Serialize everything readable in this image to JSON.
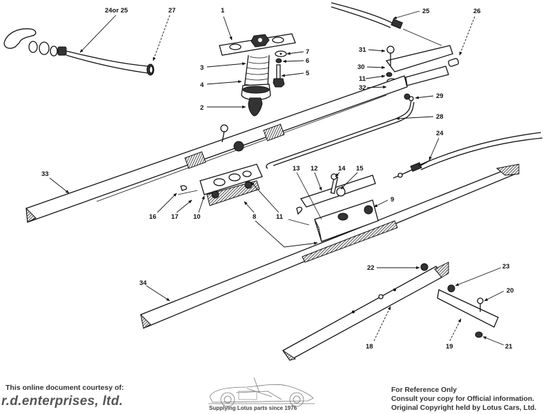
{
  "diagram": {
    "title": "Exploded parts diagram - front/rear bonnet hinge and release assembly",
    "callouts": {
      "c1": "1",
      "c2": "2",
      "c3": "3",
      "c4": "4",
      "c5": "5",
      "c6": "6",
      "c7": "7",
      "c8": "8",
      "c9": "9",
      "c10": "10",
      "c11a": "11",
      "c11b": "11",
      "c12": "12",
      "c13": "13",
      "c14": "14",
      "c15": "15",
      "c16": "16",
      "c17": "17",
      "c18": "18",
      "c19": "19",
      "c20": "20",
      "c21": "21",
      "c22": "22",
      "c23": "23",
      "c24": "24",
      "c24or25": "24or 25",
      "c25": "25",
      "c26": "26",
      "c27": "27",
      "c28": "28",
      "c29": "29",
      "c30": "30",
      "c31": "31",
      "c32": "32",
      "c33": "33",
      "c34": "34"
    }
  },
  "footer": {
    "courtesy": "This online document courtesy of:",
    "company": "r.d.enterprises, ltd.",
    "tagline": "Supplying Lotus parts since 1976",
    "notice": [
      "For Reference Only",
      "Consult your copy for Official information.",
      "Original Copyright held by Lotus Cars, Ltd."
    ]
  }
}
